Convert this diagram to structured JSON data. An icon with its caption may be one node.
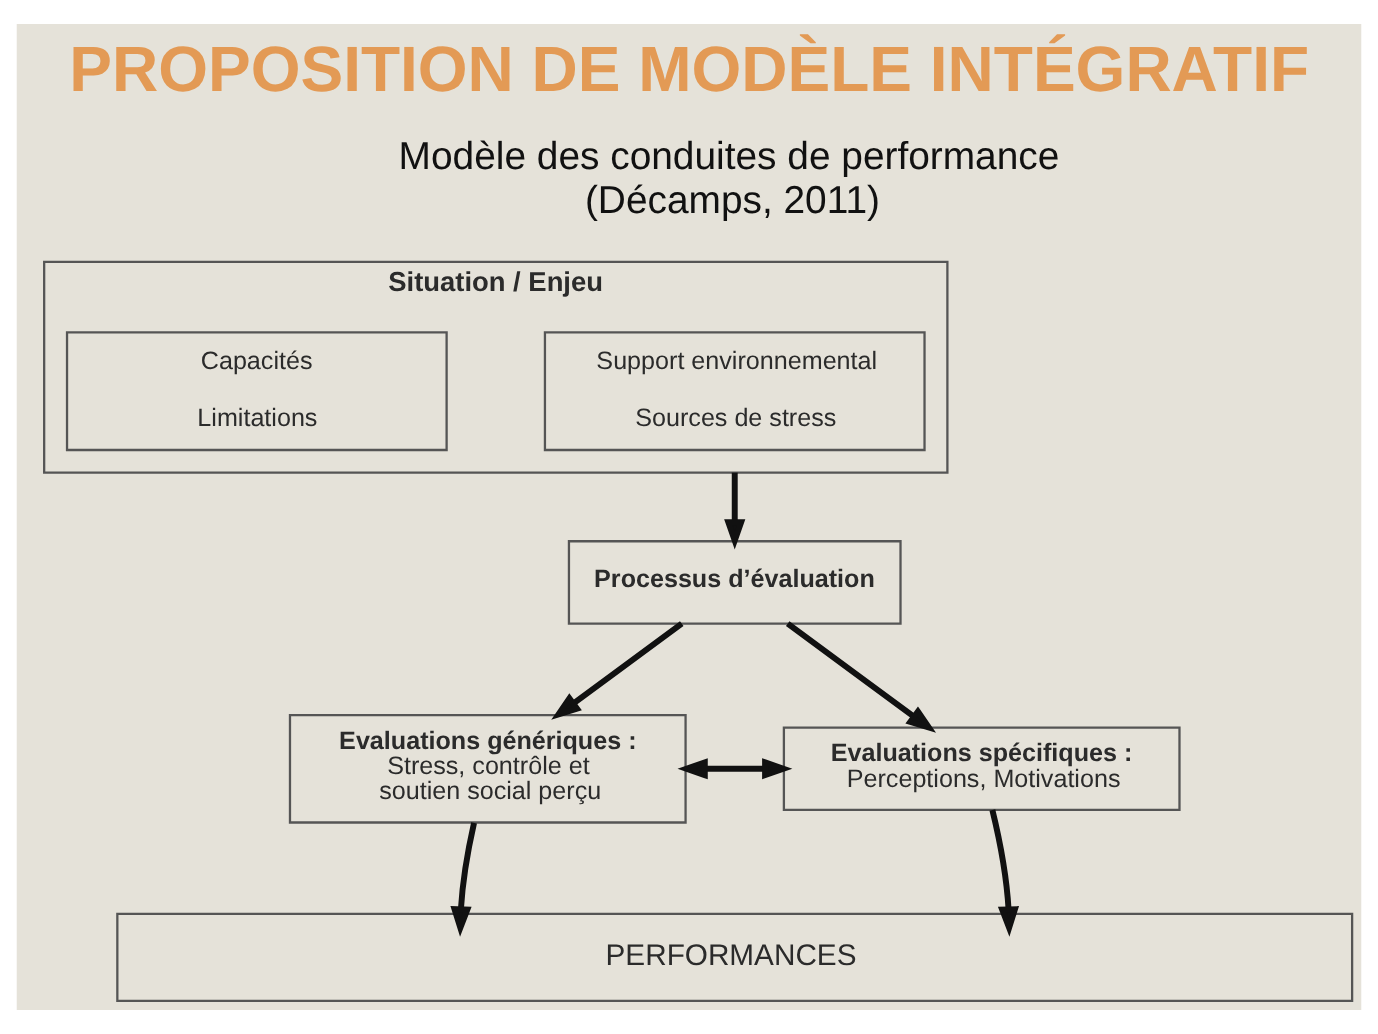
{
  "diagram": {
    "title": "PROPOSITION DE MODÈLE INTÉGRATIF",
    "nodes": [
      {
        "text": [
          "Situation / Enjeu"
        ]
      },
      {
        "text": [
          "Capacités",
          "Limitations"
        ],
        "in": 0
      },
      {
        "text": [
          "Support environnemental",
          "Sources de stress"
        ],
        "in": 0
      },
      {
        "text": [
          "Processus d’évaluation"
        ]
      },
      {
        "text": [
          "Evaluations génériques :",
          "Stress, contrôle et soutien social perçu"
        ]
      },
      {
        "text": [
          "Evaluations spécifiques :",
          "Perceptions, Motivations"
        ]
      },
      {
        "text": [
          "PERFORMANCES"
        ]
      }
    ],
    "edges": [
      {
        "from": 0,
        "to": 3,
        "arrow": "to"
      },
      {
        "from": 3,
        "to": 4,
        "arrow": "to"
      },
      {
        "from": 3,
        "to": 5,
        "arrow": "to"
      },
      {
        "from": 4,
        "to": 5,
        "arrow": "both"
      },
      {
        "from": 4,
        "to": 6,
        "arrow": "to"
      },
      {
        "from": 5,
        "to": 6,
        "arrow": "to"
      }
    ],
    "labels": [
      "Modèle des conduites de performance (Décamps, 2011)"
    ]
  }
}
